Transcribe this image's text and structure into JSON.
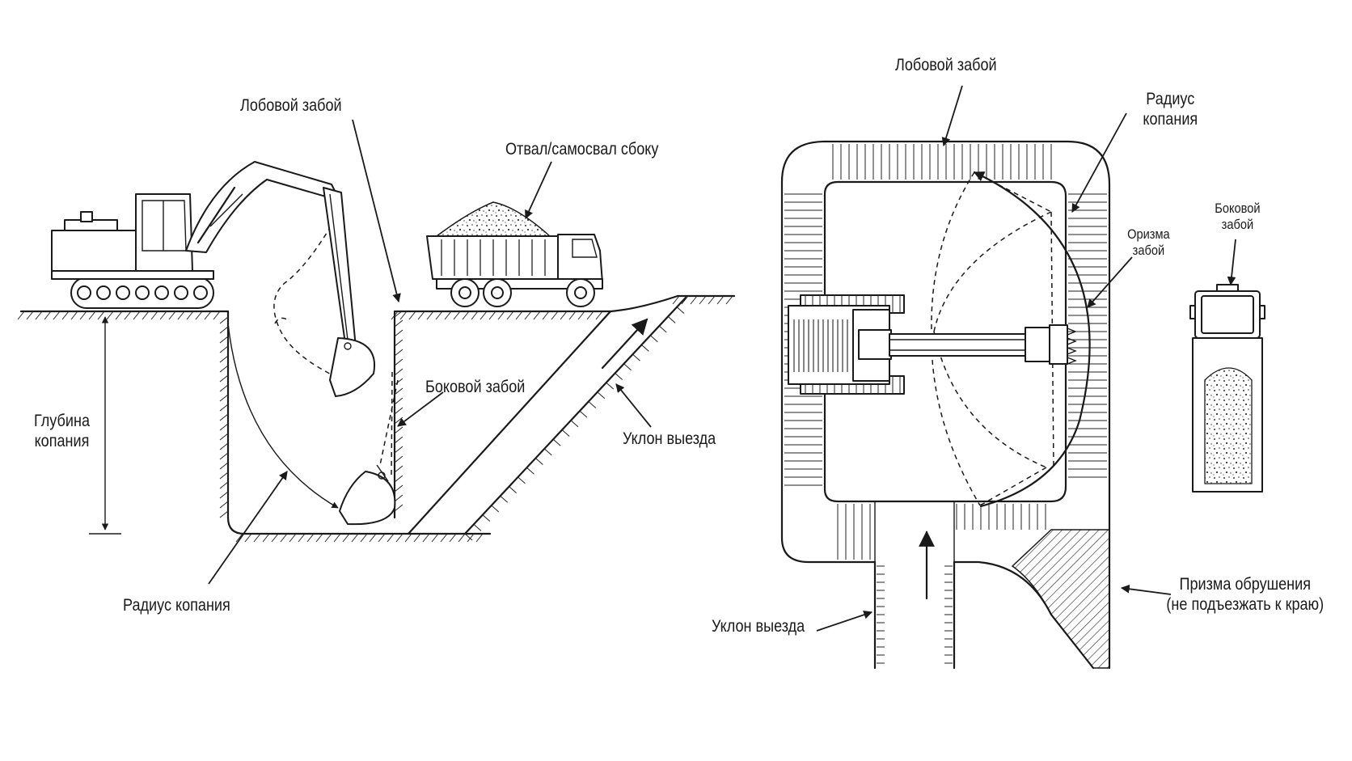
{
  "left_diagram": {
    "frontal_face": "Лобовой забой",
    "dump_truck_side": "Отвал/самосвал сбоку",
    "side_face": "Боковой забой",
    "exit_slope": "Уклон выезда",
    "dig_depth_line1": "Глубина",
    "dig_depth_line2": "копания",
    "dig_radius": "Радиус копания"
  },
  "right_diagram": {
    "frontal_face": "Лобовой забой",
    "dig_radius_line1": "Радиус",
    "dig_radius_line2": "копания",
    "side_face_line1": "Боковой",
    "side_face_line2": "забой",
    "prism_face_line1": "Оризма",
    "prism_face_line2": "забой",
    "collapse_prism_line1": "Призма обрушения",
    "collapse_prism_line2": "(не подъезжать к краю)",
    "exit_slope": "Уклон выезда"
  }
}
